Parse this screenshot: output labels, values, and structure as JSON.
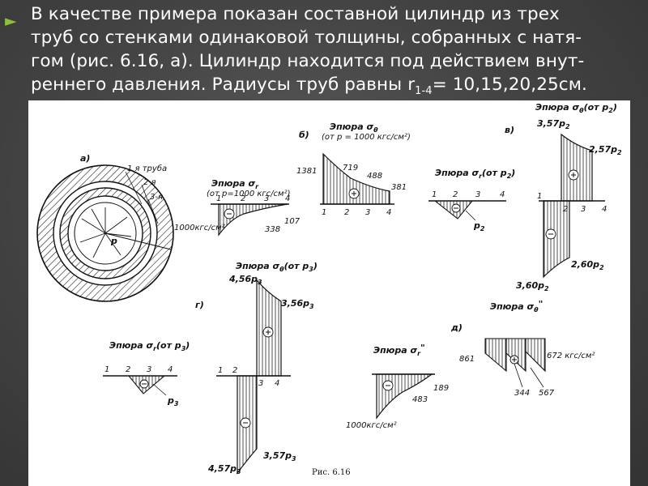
{
  "slide": {
    "bullet_icon": "arrow-bullet",
    "accent_color": "#8dbf3a",
    "text_lines": [
      "В качестве примера показан составной цилиндр из трех",
      "труб со стенками одинаковой толщины, собранных с натя-",
      "гом (рис. 6.16, а). Цилиндр находится под действием внут-",
      "реннего давления. Радиусы труб равны r"
    ],
    "line4_sub": "1-4",
    "line4_tail": "= 10,15,20,25см."
  },
  "figure": {
    "caption": "Рис. 6.16",
    "panel_a": {
      "label": "а)",
      "tube_labels": [
        "1 я труба",
        "2 я",
        "3-я"
      ],
      "pressure_label": "p"
    },
    "panel_b": {
      "label": "б)",
      "epure_r_title": "Эпюра σ",
      "epure_r_sub": "r",
      "epure_r_note": "(от p=1000 кгс/см²)",
      "epure_r_values": [
        "1000кгс/см²",
        "338",
        "107"
      ],
      "epure_t_title": "Эпюра σ",
      "epure_t_sub": "θ",
      "epure_t_note": "(от p = 1000 кгс/см²)",
      "epure_t_values": [
        "1381",
        "719",
        "488",
        "381"
      ]
    },
    "panel_v": {
      "label": "в)",
      "epure_r_title": "Эпюра σ",
      "epure_r_sub": "r",
      "epure_r_note": "(от p",
      "epure_r_note_sub": "2",
      "epure_r_value": "p",
      "epure_t_title": "Эпюра σ",
      "epure_t_sub": "θ",
      "epure_t_note": "(от p",
      "epure_t_values": [
        "3,57p",
        "2,57p",
        "2,60p",
        "3,60p"
      ]
    },
    "panel_g": {
      "label": "г)",
      "epure_r_title": "Эпюра σ",
      "epure_r_sub": "r",
      "epure_r_note": "(от p",
      "epure_r_value": "p",
      "epure_t_title": "Эпюра σ",
      "epure_t_sub": "θ",
      "epure_t_note": "(от p",
      "epure_t_values": [
        "4,56p",
        "3,56p",
        "3,57p",
        "4,57p"
      ]
    },
    "panel_d": {
      "label": "д)",
      "epure_r_title": "Эпюра σ",
      "epure_r_sub": "r",
      "epure_r_mark": "\"",
      "epure_r_values": [
        "1000кгс/см²",
        "483",
        "189"
      ],
      "epure_t_title": "Эпюра σ",
      "epure_t_sub": "θ",
      "epure_t_mark": "\"",
      "epure_t_values": [
        "861",
        "672 кгс/см²",
        "344",
        "567"
      ]
    },
    "axis_ticks": [
      "1",
      "2",
      "3",
      "4"
    ]
  }
}
